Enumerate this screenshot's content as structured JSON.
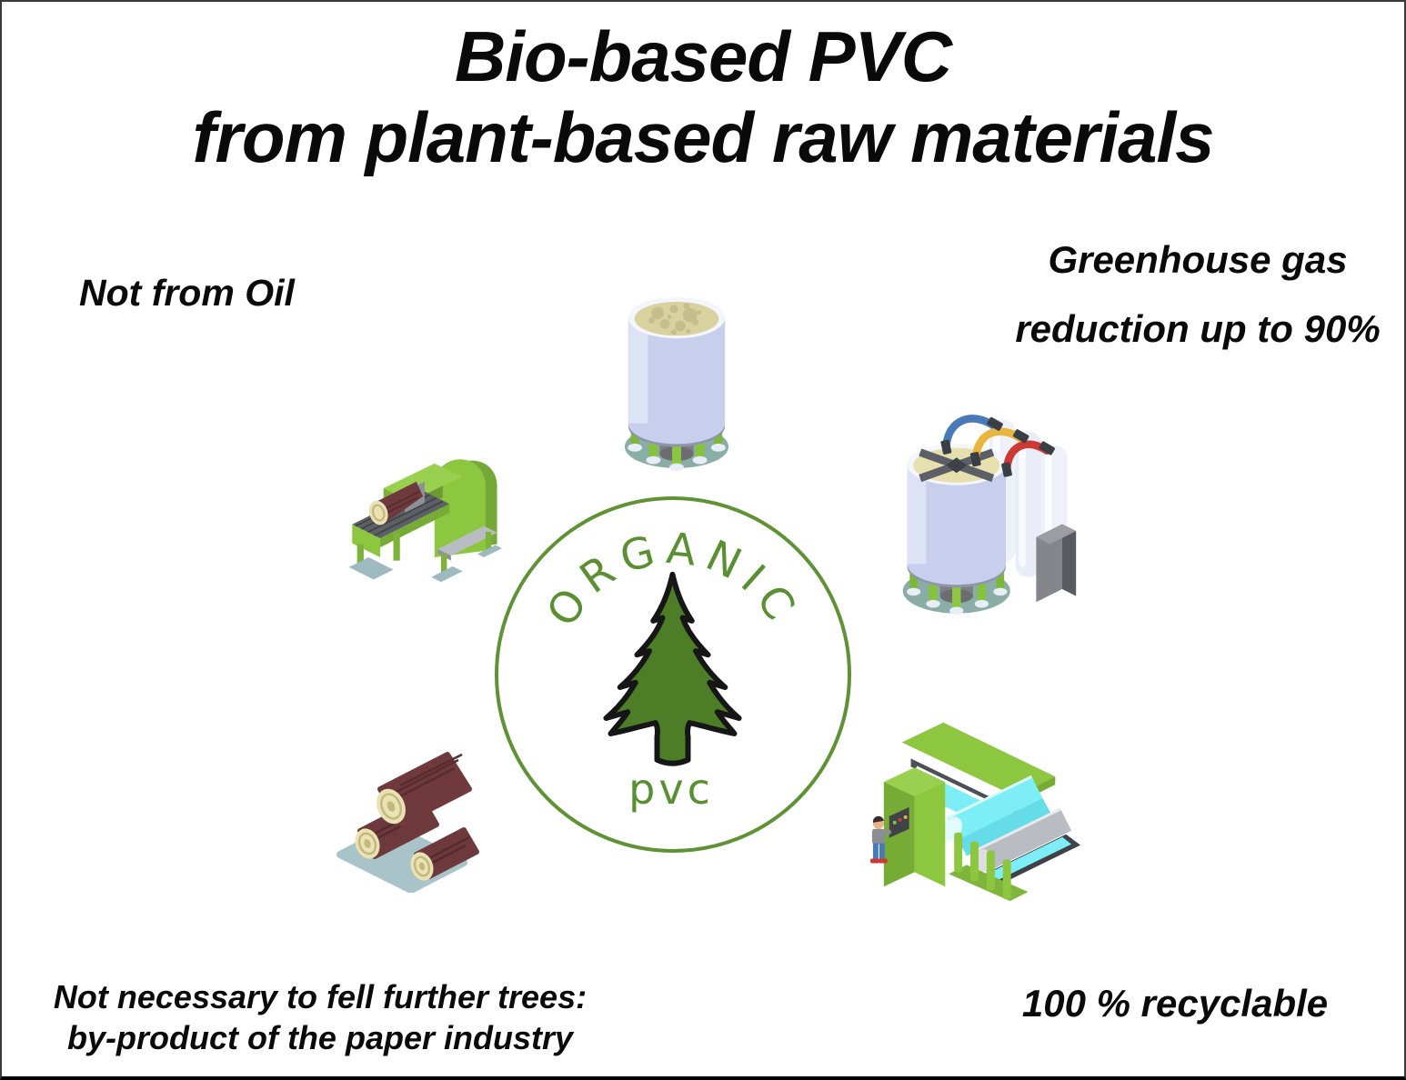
{
  "title": {
    "line1": "Bio-based PVC",
    "line2": "from plant-based raw materials"
  },
  "callouts": {
    "not_from_oil": "Not from Oil",
    "greenhouse_line1": "Greenhouse gas",
    "greenhouse_line2": "reduction up to 90%",
    "trees_line1": "Not necessary to fell further trees:",
    "trees_line2": "by-product of the paper industry",
    "recyclable": "100 % recyclable"
  },
  "center_badge": {
    "top_label": "ORGANIC",
    "bottom_label": "pvc",
    "ring_color": "#5e9234",
    "label_color": "#5a9033",
    "tree_color": "#4d7d27"
  },
  "illustrations": [
    {
      "name": "debarking-machine-illustration"
    },
    {
      "name": "fermentation-tank-illustration"
    },
    {
      "name": "mixing-reactor-illustration"
    },
    {
      "name": "wood-logs-illustration"
    },
    {
      "name": "calender-machine-illustration"
    }
  ],
  "palette": {
    "machine_green": "#8dc63f",
    "machine_green_dark": "#76ab36",
    "tank_lavender": "#c7cfec",
    "liquid_tan": "#d9d2a0",
    "base_teal": "#8aaea6",
    "log_brown": "#6e393c",
    "log_end_cream": "#e9e2b4",
    "film_cyan": "#7deef5",
    "hose_blue": "#4a79b8",
    "hose_yellow": "#e8b63e",
    "hose_red": "#cc3a33",
    "text_black": "#0a0a0a"
  }
}
